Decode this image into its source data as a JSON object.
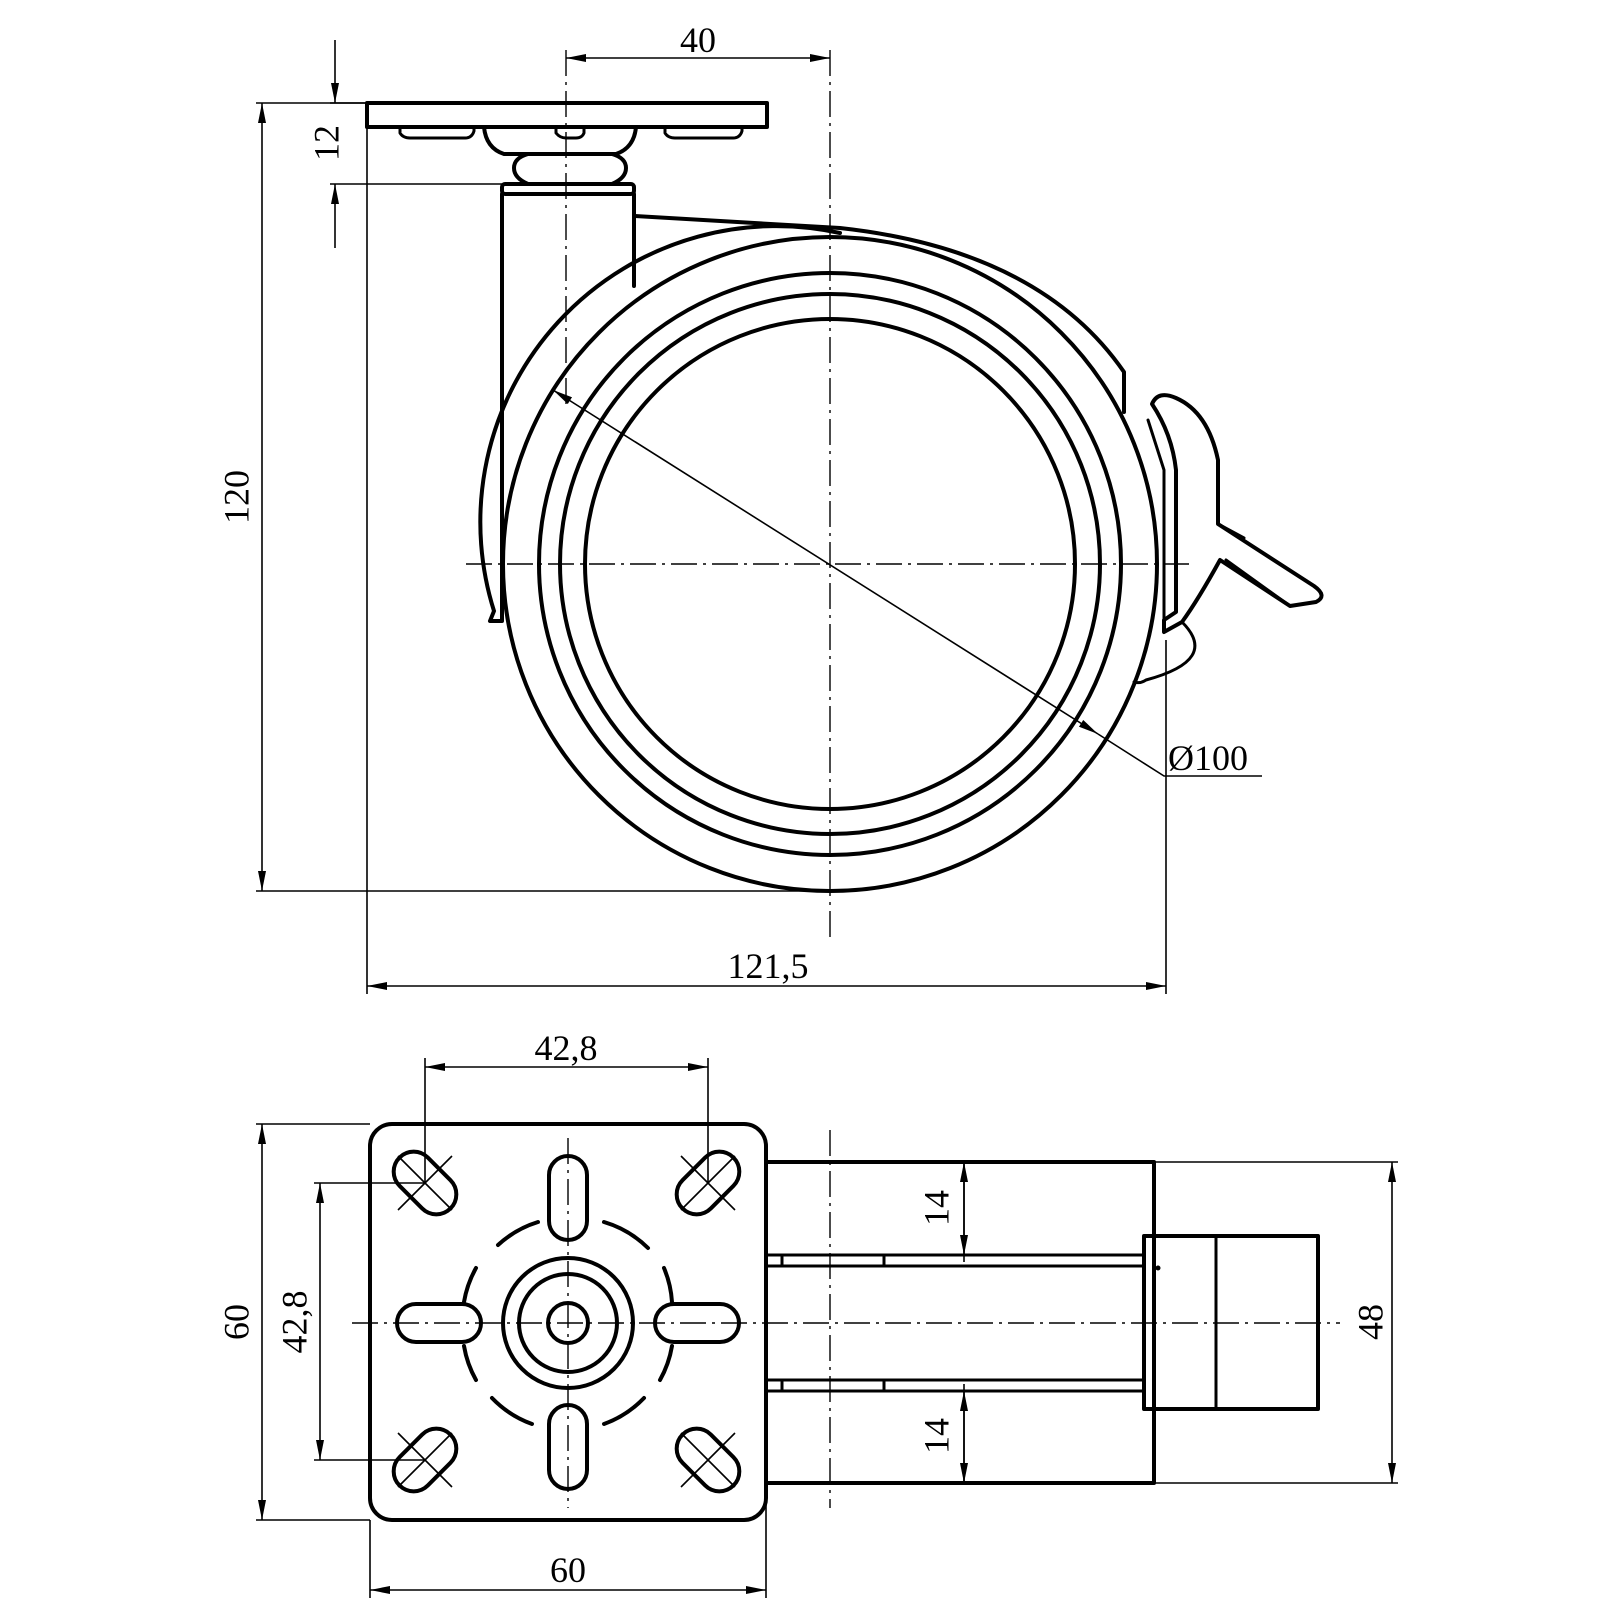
{
  "side_view": {
    "dim_top_offset": "40",
    "dim_plate_height": "12",
    "dim_total_height": "120",
    "dim_total_length": "121,5",
    "dim_wheel_diameter": "Ø100"
  },
  "top_view": {
    "dim_hole_spacing_x": "42,8",
    "dim_plate_height": "60",
    "dim_hole_spacing_y": "42,8",
    "dim_plate_width": "60",
    "dim_fork_gap_top": "14",
    "dim_fork_gap_bottom": "14",
    "dim_fork_width": "48"
  }
}
